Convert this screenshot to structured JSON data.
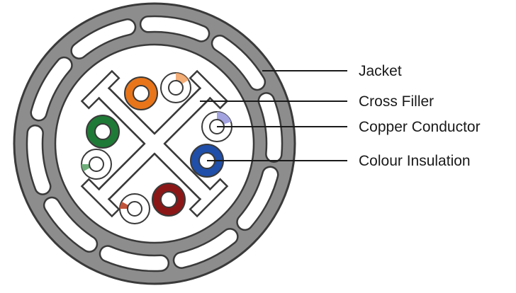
{
  "labels": {
    "jacket": "Jacket",
    "cross_filler": "Cross Filler",
    "copper_conductor": "Copper Conductor",
    "colour_insulation": "Colour Insulation"
  },
  "colors": {
    "jacket": "#8d8d8d",
    "outline": "#3a3a3a",
    "filler": "#ffffff",
    "orange": "#e8751a",
    "green": "#1e7a36",
    "blue": "#1f4fa8",
    "brown": "#8c1717"
  },
  "pairs": [
    {
      "name": "orange-pair",
      "solid": "#e8751a",
      "stripe": "#e8751a"
    },
    {
      "name": "green-pair",
      "solid": "#1e7a36",
      "stripe": "#1e7a36"
    },
    {
      "name": "blue-pair",
      "solid": "#1f4fa8",
      "stripe": "#8f8fd8"
    },
    {
      "name": "brown-pair",
      "solid": "#8c1717",
      "stripe": "#c0553b"
    }
  ]
}
